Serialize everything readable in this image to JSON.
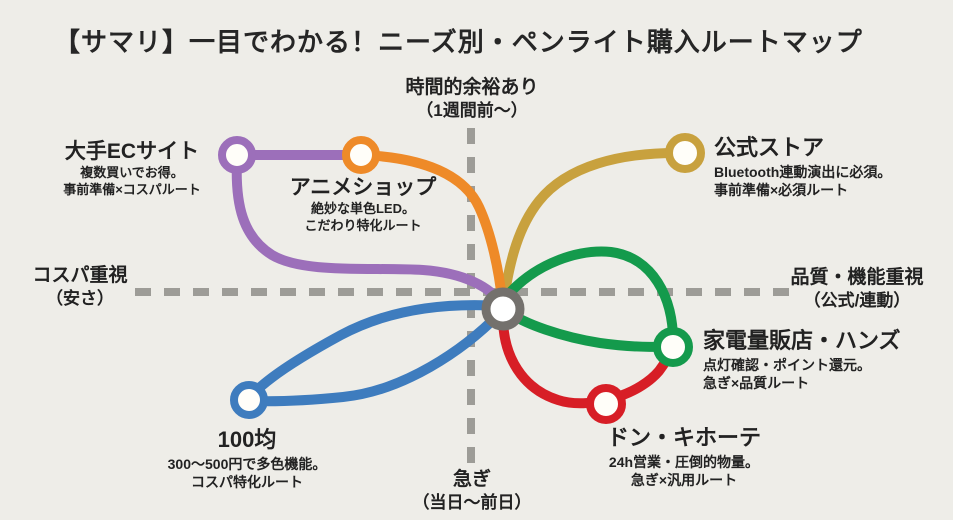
{
  "title": "【サマリ】一目でわかる！ニーズ別・ペンライト購入ルートマップ",
  "axes": {
    "time_top": {
      "label": "時間的余裕あり",
      "sub": "（1週間前〜）"
    },
    "urgent_bottom": {
      "label": "急ぎ",
      "sub": "（当日〜前日）"
    },
    "cost_left": {
      "label": "コスパ重視",
      "sub": "（安さ）"
    },
    "quality_right": {
      "label": "品質・機能重視",
      "sub": "（公式/連動）"
    }
  },
  "nodes": {
    "ec_site": {
      "name": "大手ECサイト",
      "desc1": "複数買いでお得。",
      "desc2": "事前準備×コスパルート",
      "line_color": "#9c6fba"
    },
    "anime_shop": {
      "name": "アニメショップ",
      "desc1": "絶妙な単色LED。",
      "desc2": "こだわり特化ルート",
      "line_color": "#ee8a28"
    },
    "official_store": {
      "name": "公式ストア",
      "desc1": "Bluetooth連動演出に必須。",
      "desc2": "事前準備×必須ルート",
      "line_color": "#c8a13e"
    },
    "electronics_store": {
      "name": "家電量販店・ハンズ",
      "desc1": "点灯確認・ポイント還元。",
      "desc2": "急ぎ×品質ルート",
      "line_color": "#149a4c"
    },
    "donki": {
      "name": "ドン・キホーテ",
      "desc1": "24h営業・圧倒的物量。",
      "desc2": "急ぎ×汎用ルート",
      "line_color": "#d71e26"
    },
    "hyakkin": {
      "name": "100均",
      "desc1": "300〜500円で多色機能。",
      "desc2": "コスパ特化ルート",
      "line_color": "#3e7cbe"
    }
  },
  "colors": {
    "purple": "#9c6fba",
    "orange": "#ee8a28",
    "gold": "#c8a13e",
    "green": "#149a4c",
    "red": "#d71e26",
    "blue": "#3e7cbe",
    "axis_gray": "#9d9c97",
    "hub_ring": "#74716d",
    "station_fill": "#fffef9",
    "background": "#eeede8",
    "text": "#222222"
  }
}
